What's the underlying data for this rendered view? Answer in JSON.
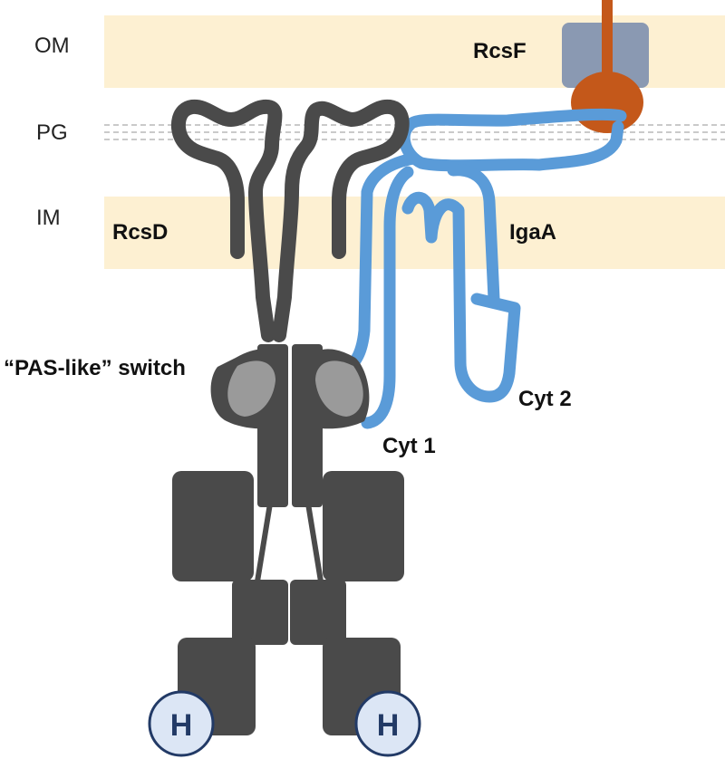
{
  "layers": {
    "om_label": "OM",
    "pg_label": "PG",
    "im_label": "IM"
  },
  "proteins": {
    "rcsf": "RcsF",
    "rcsd": "RcsD",
    "igaa": "IgaA"
  },
  "annotations": {
    "pas_switch": "“PAS-like” switch",
    "cyt1": "Cyt 1",
    "cyt2": "Cyt 2"
  },
  "domains": {
    "h_left": "H",
    "h_right": "H"
  },
  "colors": {
    "membrane": "#fdf0d2",
    "rcsd_body": "#4a4a4a",
    "pas_domain": "#9a9a9a",
    "igaa": "#5a9bd8",
    "rcsf_stalk": "#c4581a",
    "rcsf_box": "#8a99b2",
    "h_fill": "#dce6f5",
    "h_stroke": "#223a66"
  }
}
